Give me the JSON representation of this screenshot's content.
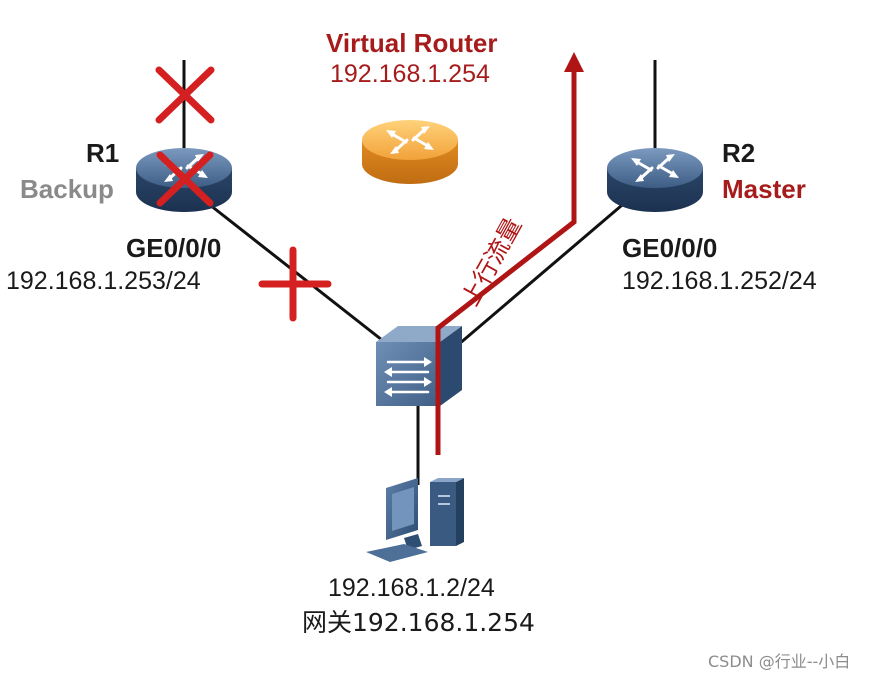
{
  "virtual_router": {
    "name": "Virtual Router",
    "ip": "192.168.1.254"
  },
  "r1": {
    "name": "R1",
    "role": "Backup",
    "interface": "GE0/0/0",
    "ip": "192.168.1.253/24"
  },
  "r2": {
    "name": "R2",
    "role": "Master",
    "interface": "GE0/0/0",
    "ip": "192.168.1.252/24"
  },
  "pc": {
    "ip": "192.168.1.2/24",
    "gateway": "网关192.168.1.254"
  },
  "traffic_label": "上行流量",
  "watermark": "CSDN @行业--小白",
  "colors": {
    "router_blue": "#3e5f85",
    "virtual_router_orange": "#f0a030",
    "traffic_red": "#b01515",
    "failure_red": "#d42020"
  },
  "icons": {
    "router": "router-icon",
    "virtual_router": "virtual-router-icon",
    "switch": "switch-icon",
    "pc": "pc-icon",
    "failure": "failure-x-icon"
  }
}
